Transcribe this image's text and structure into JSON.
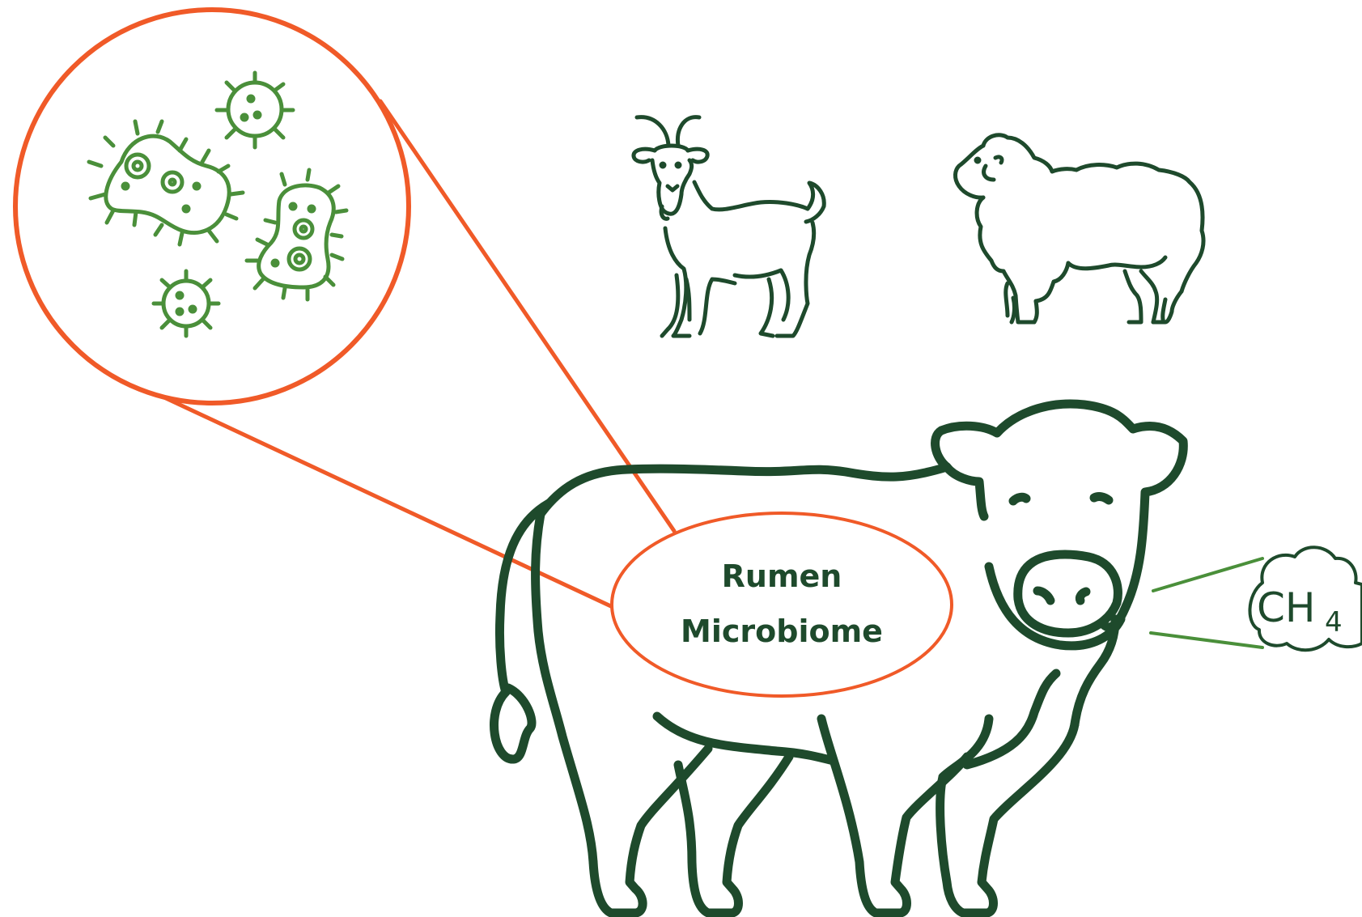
{
  "colors": {
    "accent": "#f05a28",
    "outline": "#1e4a2c",
    "microbe": "#4a8f3a",
    "background": "#ffffff"
  },
  "rumen": {
    "line1": "Rumen",
    "line2": "Microbiome"
  },
  "gas": {
    "formula_main": "CH",
    "formula_sub": "4"
  },
  "icons": [
    "microbe-icon",
    "virus-icon",
    "goat-icon",
    "sheep-icon",
    "cow-icon",
    "cloud-icon"
  ]
}
